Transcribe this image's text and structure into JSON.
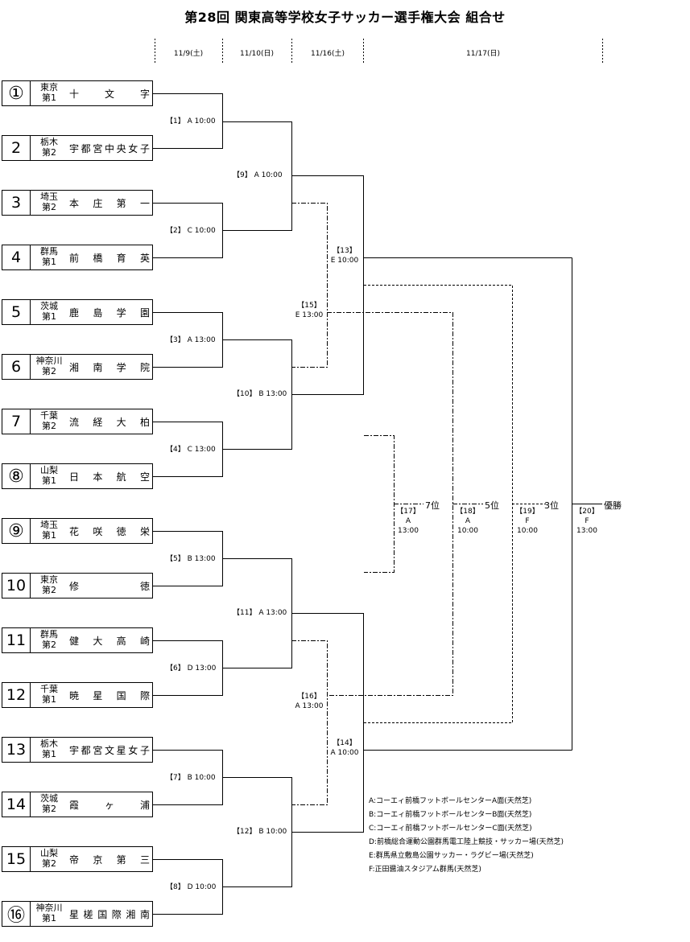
{
  "title": "第28回 関東高等学校女子サッカー選手権大会 組合せ",
  "dates": [
    "11/9(土)",
    "11/10(日)",
    "11/16(土)",
    "11/17(日)"
  ],
  "teams": [
    {
      "seed": "①",
      "circled": true,
      "pref": "東京",
      "rank": "第1",
      "name": "十文字"
    },
    {
      "seed": "2",
      "circled": false,
      "pref": "栃木",
      "rank": "第2",
      "name": "宇都宮中央女子"
    },
    {
      "seed": "3",
      "circled": false,
      "pref": "埼玉",
      "rank": "第2",
      "name": "本庄第一"
    },
    {
      "seed": "4",
      "circled": false,
      "pref": "群馬",
      "rank": "第1",
      "name": "前橋育英"
    },
    {
      "seed": "5",
      "circled": false,
      "pref": "茨城",
      "rank": "第1",
      "name": "鹿島学園"
    },
    {
      "seed": "6",
      "circled": false,
      "pref": "神奈川",
      "rank": "第2",
      "name": "湘南学院"
    },
    {
      "seed": "7",
      "circled": false,
      "pref": "千葉",
      "rank": "第2",
      "name": "流経大柏"
    },
    {
      "seed": "⑧",
      "circled": true,
      "pref": "山梨",
      "rank": "第1",
      "name": "日本航空"
    },
    {
      "seed": "⑨",
      "circled": true,
      "pref": "埼玉",
      "rank": "第1",
      "name": "花咲徳栄"
    },
    {
      "seed": "10",
      "circled": false,
      "pref": "東京",
      "rank": "第2",
      "name": "修徳"
    },
    {
      "seed": "11",
      "circled": false,
      "pref": "群馬",
      "rank": "第2",
      "name": "健大高崎"
    },
    {
      "seed": "12",
      "circled": false,
      "pref": "千葉",
      "rank": "第1",
      "name": "暁星国際"
    },
    {
      "seed": "13",
      "circled": false,
      "pref": "栃木",
      "rank": "第1",
      "name": "宇都宮文星女子"
    },
    {
      "seed": "14",
      "circled": false,
      "pref": "茨城",
      "rank": "第2",
      "name": "霞ヶ浦"
    },
    {
      "seed": "15",
      "circled": false,
      "pref": "山梨",
      "rank": "第2",
      "name": "帝京第三"
    },
    {
      "seed": "⑯",
      "circled": true,
      "pref": "神奈川",
      "rank": "第1",
      "name": "星槎国際湘南"
    }
  ],
  "matches": {
    "m1": "【1】 A 10:00",
    "m2": "【2】 C 10:00",
    "m3": "【3】 A 13:00",
    "m4": "【4】 C 13:00",
    "m5": "【5】 B 13:00",
    "m6": "【6】 D 13:00",
    "m7": "【7】 B 10:00",
    "m8": "【8】 D 10:00",
    "m9": "【9】 A 10:00",
    "m10": "【10】 B 13:00",
    "m11": "【11】 A 13:00",
    "m12": "【12】 B 10:00",
    "m13": {
      "no": "【13】",
      "info": "E 10:00"
    },
    "m14": {
      "no": "【14】",
      "info": "A 10:00"
    },
    "m15": {
      "no": "【15】",
      "info": "E 13:00"
    },
    "m16": {
      "no": "【16】",
      "info": "A 13:00"
    },
    "m17": {
      "no": "【17】",
      "venue": "A",
      "time": "13:00"
    },
    "m18": {
      "no": "【18】",
      "venue": "A",
      "time": "10:00"
    },
    "m19": {
      "no": "【19】",
      "venue": "F",
      "time": "10:00"
    },
    "m20": {
      "no": "【20】",
      "venue": "F",
      "time": "13:00"
    }
  },
  "places": {
    "p7": "7位",
    "p5": "5位",
    "p3": "3位",
    "champion": "優勝"
  },
  "venues": [
    "A:コーエィ前橋フットボールセンターA面(天然芝)",
    "B:コーエィ前橋フットボールセンターB面(天然芝)",
    "C:コーエィ前橋フットボールセンターC面(天然芝)",
    "D:前橋総合運動公園群馬電工陸上競技・サッカー場(天然芝)",
    "E:群馬県立敷島公園サッカー・ラグビー場(天然芝)",
    "F:正田醤油スタジアム群馬(天然芝)"
  ]
}
